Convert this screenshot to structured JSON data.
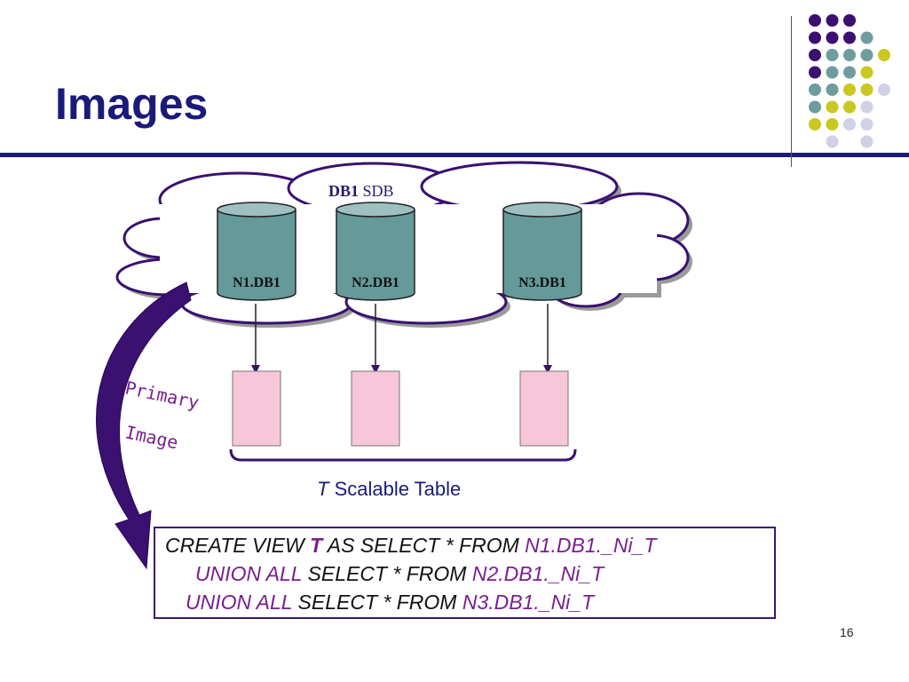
{
  "title": "Images",
  "cloud_label": {
    "bold": "DB1",
    "normal": " SDB"
  },
  "databases": [
    {
      "label": "N1.DB1"
    },
    {
      "label": "N2.DB1"
    },
    {
      "label": "N3.DB1"
    }
  ],
  "primary_image_label": {
    "line1": "Primary",
    "line2": "Image"
  },
  "table_label": {
    "italic": "T",
    "normal": " Scalable Table"
  },
  "sql": {
    "line1": {
      "a": "CREATE VIEW ",
      "b": "T",
      "c": " AS SELECT * FROM ",
      "d": "N1.DB1._Ni_T"
    },
    "line2": {
      "a": "UNION ALL",
      "b": " SELECT * FROM ",
      "c": "N2.DB1._Ni_T"
    },
    "line3": {
      "a": "UNION ALL",
      "b": " SELECT * FROM ",
      "c": "N3.DB1._Ni_T"
    }
  },
  "page_number": "16",
  "colors": {
    "title": "#1a1a7a",
    "cylinder": "#669999",
    "partition": "#f7c6d9",
    "arrow": "#3a1070",
    "dot_purple": "#3a1070",
    "dot_teal": "#6f9c9c",
    "dot_yellow": "#c8c820",
    "dot_lavender": "#d0d0e6"
  },
  "dots": [
    [
      "purple",
      "purple",
      "purple",
      "none"
    ],
    [
      "purple",
      "purple",
      "purple",
      "teal"
    ],
    [
      "purple",
      "teal",
      "teal",
      "teal",
      "yellow"
    ],
    [
      "purple",
      "teal",
      "teal",
      "yellow"
    ],
    [
      "teal",
      "teal",
      "yellow",
      "yellow",
      "lavender"
    ],
    [
      "teal",
      "yellow",
      "yellow",
      "lavender"
    ],
    [
      "yellow",
      "yellow",
      "lavender",
      "lavender"
    ],
    [
      "none",
      "lavender",
      "none",
      "lavender"
    ]
  ]
}
